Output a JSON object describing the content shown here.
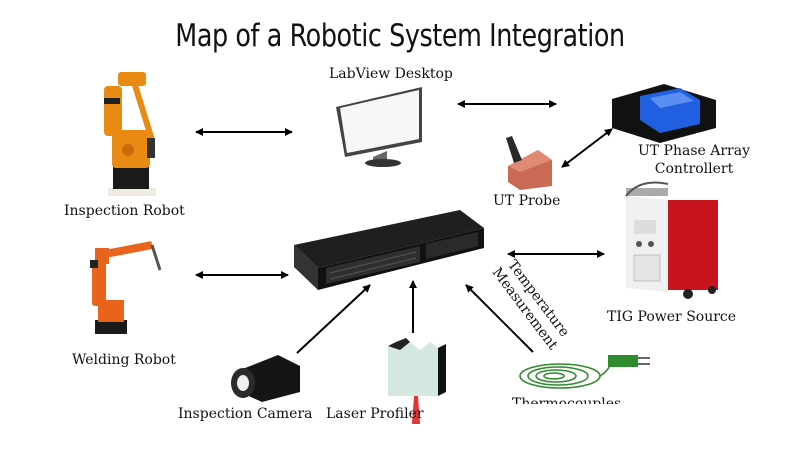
{
  "title": "Map of a Robotic System Integration",
  "labels": {
    "labview": "LabView Desktop",
    "inspection_robot": "Inspection Robot",
    "welding_robot": "Welding Robot",
    "ut_probe": "UT Probe",
    "ut_controller_line1": "UT Phase Array",
    "ut_controller_line2": "Controllert",
    "tig": "TIG Power Source",
    "inspection_camera": "Inspection Camera",
    "laser_profiler": "Laser Profiler",
    "thermocouples": "Thermocouples",
    "temperature_line1": "Temperature",
    "temperature_line2": "Measurement"
  },
  "colors": {
    "robot_orange": "#e98a14",
    "robot_red_orange": "#e8641c",
    "controller_blue": "#1f5fe0",
    "tig_red": "#c8141e",
    "probe_red": "#c96a55",
    "thermo_green": "#2e8b2e",
    "laser_red": "#e01010"
  },
  "icons": [
    "inspection-robot-icon",
    "welding-robot-icon",
    "desktop-monitor-icon",
    "network-switch-icon",
    "ut-probe-icon",
    "ut-controller-icon",
    "tig-power-source-icon",
    "inspection-camera-icon",
    "laser-profiler-icon",
    "thermocouple-icon"
  ]
}
